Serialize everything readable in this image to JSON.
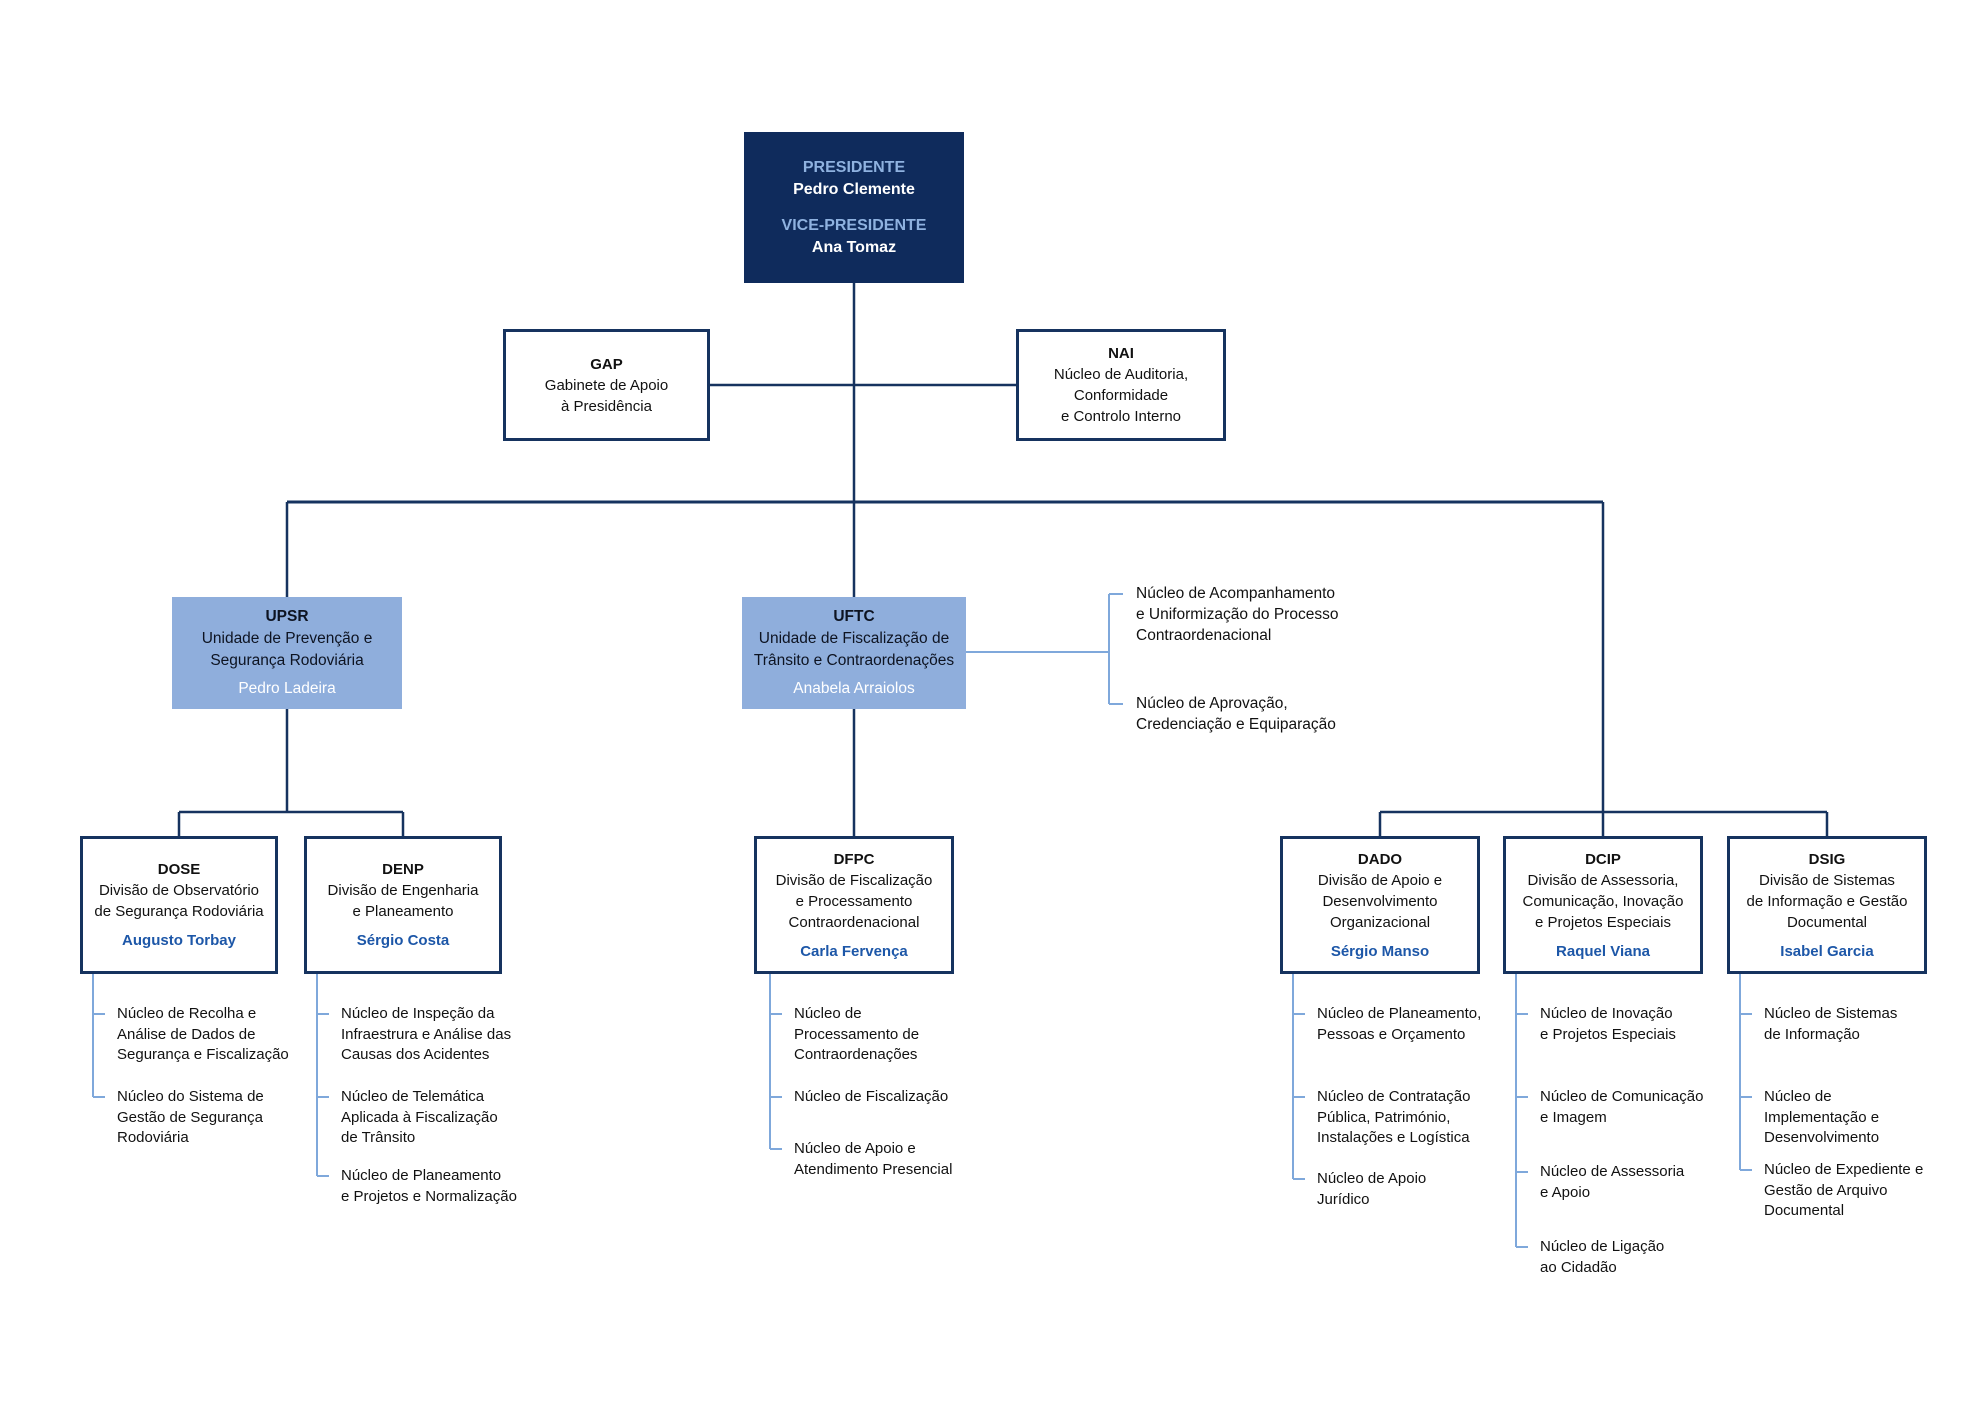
{
  "colors": {
    "navy_line": "#16335F",
    "light_line": "#7FA8DB",
    "president_fill": "#0F2B5C",
    "president_label": "#8FB2E0",
    "unit_fill": "#8FAEDC",
    "manager_blue": "#1D57A8",
    "text_dark": "#111111",
    "white": "#FFFFFF"
  },
  "presidency": {
    "president_title": "PRESIDENTE",
    "president_name": "Pedro Clemente",
    "vice_title": "VICE-PRESIDENTE",
    "vice_name": "Ana Tomaz"
  },
  "staff": [
    {
      "acronym": "GAP",
      "name": "Gabinete de Apoio\nà Presidência"
    },
    {
      "acronym": "NAI",
      "name": "Núcleo de Auditoria,\nConformidade\ne Controlo Interno"
    }
  ],
  "units": [
    {
      "acronym": "UPSR",
      "name": "Unidade de Prevenção e\nSegurança Rodoviária",
      "manager": "Pedro Ladeira"
    },
    {
      "acronym": "UFTC",
      "name": "Unidade de Fiscalização de\nTrânsito e Contraordenações",
      "manager": "Anabela Arraiolos"
    }
  ],
  "uftc_nuclei": [
    "Núcleo de Acompanhamento\ne Uniformização do Processo\nContraordenacional",
    "Núcleo de Aprovação,\nCredenciação e Equiparação"
  ],
  "divisions": [
    {
      "acronym": "DOSE",
      "name": "Divisão de Observatório\nde Segurança Rodoviária",
      "manager": "Augusto Torbay",
      "nuclei": [
        "Núcleo de Recolha e\nAnálise de Dados de\nSegurança e Fiscalização",
        "Núcleo do Sistema de\nGestão de Segurança\nRodoviária"
      ]
    },
    {
      "acronym": "DENP",
      "name": "Divisão de Engenharia\ne Planeamento",
      "manager": "Sérgio Costa",
      "nuclei": [
        "Núcleo de Inspeção da\nInfraestrura e Análise das\nCausas dos Acidentes",
        "Núcleo de Telemática\nAplicada à Fiscalização\nde Trânsito",
        "Núcleo de Planeamento\ne Projetos e Normalização"
      ]
    },
    {
      "acronym": "DFPC",
      "name": "Divisão de Fiscalização\ne Processamento\nContraordenacional",
      "manager": "Carla Fervença",
      "nuclei": [
        "Núcleo de\nProcessamento de\nContraordenações",
        "Núcleo de Fiscalização",
        "Núcleo de Apoio e\nAtendimento Presencial"
      ]
    },
    {
      "acronym": "DADO",
      "name": "Divisão de Apoio e\nDesenvolvimento\nOrganizacional",
      "manager": "Sérgio Manso",
      "nuclei": [
        "Núcleo de Planeamento,\nPessoas e Orçamento",
        "Núcleo de Contratação\nPública, Património,\nInstalações e Logística",
        "Núcleo de Apoio\nJurídico"
      ]
    },
    {
      "acronym": "DCIP",
      "name": "Divisão de Assessoria,\nComunicação, Inovação\ne Projetos Especiais",
      "manager": "Raquel Viana",
      "nuclei": [
        "Núcleo de Inovação\ne Projetos Especiais",
        "Núcleo de Comunicação\ne Imagem",
        "Núcleo de Assessoria\ne Apoio",
        "Núcleo de Ligação\nao Cidadão"
      ]
    },
    {
      "acronym": "DSIG",
      "name": "Divisão de Sistemas\nde Informação e Gestão\nDocumental",
      "manager": "Isabel Garcia",
      "nuclei": [
        "Núcleo de Sistemas\nde Informação",
        "Núcleo de\nImplementação e\nDesenvolvimento",
        "Núcleo de Expediente e\nGestão de Arquivo\nDocumental"
      ]
    }
  ]
}
